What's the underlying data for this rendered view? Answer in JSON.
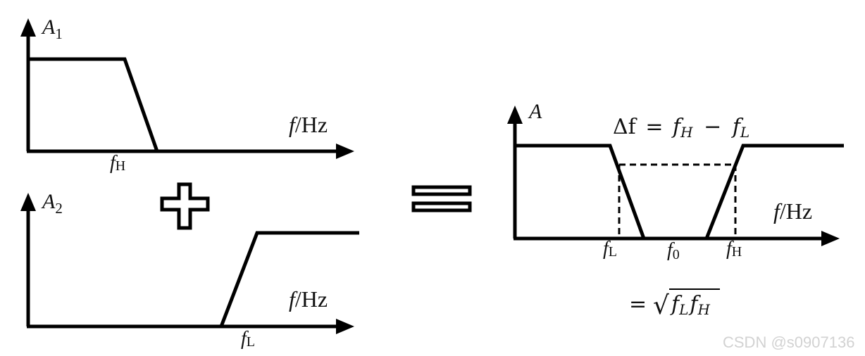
{
  "colors": {
    "line": "#000000",
    "watermark": "#d2d2d2"
  },
  "panel_lowpass": {
    "y_label_main": "A",
    "y_label_sub": "1",
    "x_label_f": "f",
    "x_label_unit": "/Hz",
    "cutoff_main": "f",
    "cutoff_sub": "H"
  },
  "panel_highpass": {
    "y_label_main": "A",
    "y_label_sub": "2",
    "x_label_f": "f",
    "x_label_unit": "/Hz",
    "cutoff_main": "f",
    "cutoff_sub": "L"
  },
  "panel_bandstop": {
    "y_label_main": "A",
    "x_label_f": "f",
    "x_label_unit": "/Hz",
    "tick_fl_main": "f",
    "tick_fl_sub": "L",
    "tick_f0_main": "f",
    "tick_f0_sub": "0",
    "tick_fh_main": "f",
    "tick_fh_sub": "H",
    "bandwidth_formula": {
      "delta_f": "Δf",
      "equals": "=",
      "fH_main": "f",
      "fH_sub": "H",
      "minus": "−",
      "fL_main": "f",
      "fL_sub": "L"
    },
    "center_formula": {
      "equals": "=",
      "radical": "√",
      "fL_main": "f",
      "fL_sub": "L",
      "fH_main": "f",
      "fH_sub": "H"
    }
  },
  "operators": {
    "plus": "plus-sign-icon",
    "equals": "equals-sign-icon"
  },
  "watermark": "CSDN @s0907136"
}
